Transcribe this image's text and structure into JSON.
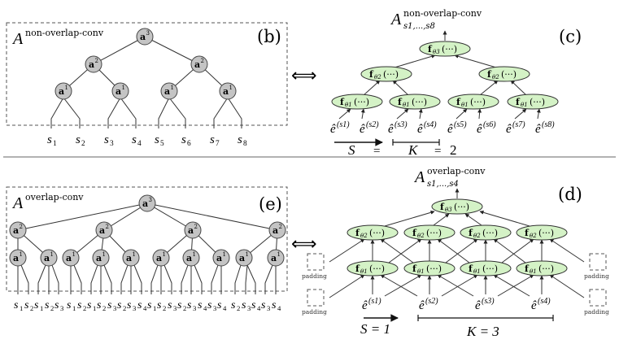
{
  "panels": {
    "b": {
      "label": "(b)",
      "title_script": "A",
      "title_sup": "non-overlap-conv",
      "node_prefix": "a",
      "leaves": [
        "1",
        "2",
        "3",
        "4",
        "5",
        "6",
        "7",
        "8"
      ]
    },
    "c": {
      "label": "(c)",
      "output_script": "A",
      "output_sup": "non-overlap-conv",
      "output_sub": "s1,...,s8",
      "output_sub_display": "s",
      "levels": [
        {
          "fn": "f",
          "sub": "θ3",
          "text": "(···)"
        },
        {
          "fn": "f",
          "sub": "θ2",
          "text": "(···)"
        },
        {
          "fn": "f",
          "sub": "θ1",
          "text": "(···)"
        }
      ],
      "inputs": [
        "s1",
        "s2",
        "s3",
        "s4",
        "s5",
        "s6",
        "s7",
        "s8"
      ],
      "stride_label": "S",
      "kernel_label": "K",
      "equals": "=",
      "value": "2"
    },
    "d": {
      "label": "(d)",
      "output_script": "A",
      "output_sup": "overlap-conv",
      "output_sub": "s1,...,s4",
      "inputs": [
        "s1",
        "s2",
        "s3",
        "s4"
      ],
      "padding_label": "padding",
      "stride_text": "S = 1",
      "kernel_text": "K = 3"
    },
    "e": {
      "label": "(e)",
      "title_script": "A",
      "title_sup": "overlap-conv",
      "leaf_groups": [
        [
          "1",
          "2"
        ],
        [
          "1",
          "2",
          "3"
        ],
        [
          "1",
          "2"
        ],
        [
          "1",
          "2",
          "3"
        ],
        [
          "2",
          "3",
          "4"
        ],
        [
          "1",
          "2",
          "3"
        ],
        [
          "2",
          "3",
          "4"
        ],
        [
          "3",
          "4"
        ],
        [
          "2",
          "3",
          "4"
        ],
        [
          "3",
          "4"
        ]
      ]
    }
  },
  "equivalence_symbol": "⟺",
  "colors": {
    "a_node_fill": "#c4c4c4",
    "f_node_fill": "#d4f2c6",
    "separator": "#999999"
  }
}
